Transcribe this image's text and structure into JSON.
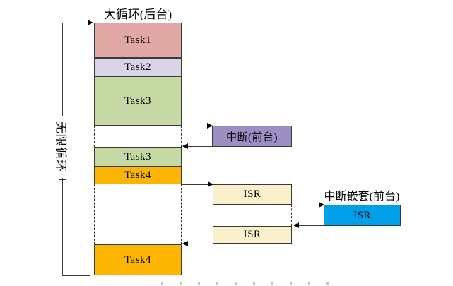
{
  "background_loop": {
    "title": "大循环(后台)",
    "loop_label": "无限循环",
    "blocks": [
      {
        "id": "task1",
        "label": "Task1",
        "color": "#E0A9A6"
      },
      {
        "id": "task2",
        "label": "Task2",
        "color": "#D9D5E9"
      },
      {
        "id": "task3",
        "label": "Task3",
        "color": "#C6D8A4"
      },
      {
        "id": "task3-resume",
        "label": "Task3",
        "color": "#C6D8A4"
      },
      {
        "id": "task4",
        "label": "Task4",
        "color": "#FCB503"
      },
      {
        "id": "task4-resume",
        "label": "Task4",
        "color": "#FCB503"
      }
    ]
  },
  "foreground": {
    "interrupt_label": "中断(前台)",
    "interrupt_color": "#9B8FC4",
    "isr_first_label": "ISR",
    "isr_second_label": "ISR",
    "isr_color": "#FAF0CB",
    "nested_title": "中断嵌套(前台)",
    "nested_isr_label": "ISR",
    "nested_isr_color": "#00A0E8"
  },
  "line_color": "#3A3A3A"
}
